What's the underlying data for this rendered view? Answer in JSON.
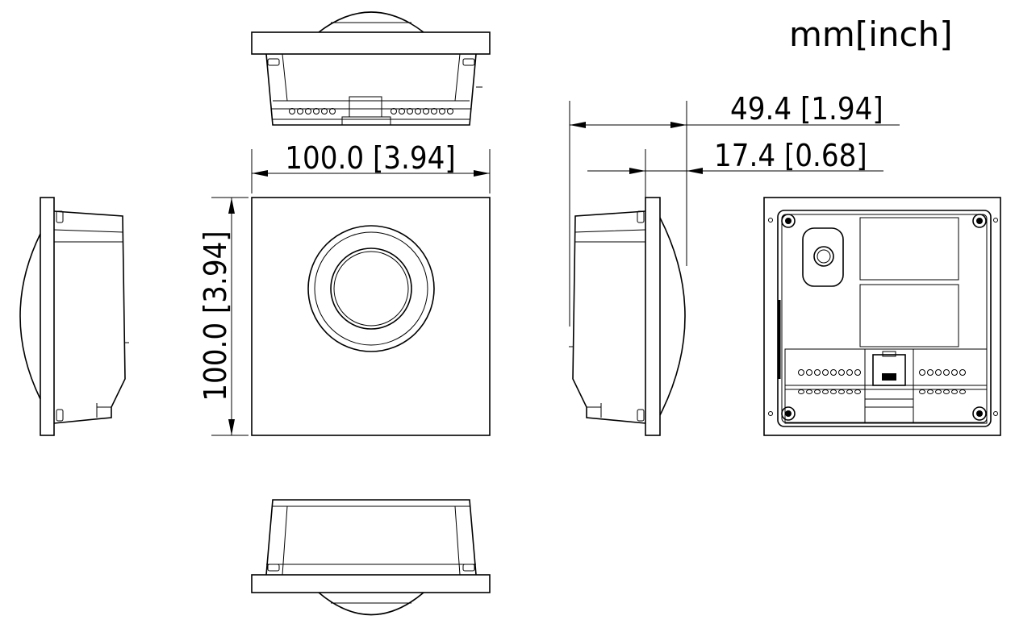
{
  "units_label": "mm[inch]",
  "dimensions": {
    "width": "100.0  [3.94]",
    "height": "100.0  [3.94]",
    "total_depth": "49.4  [1.94]",
    "front_depth": "17.4  [0.68]"
  },
  "views": [
    "top-view",
    "front-view",
    "left-side-view",
    "right-side-view",
    "back-view",
    "bottom-view"
  ]
}
